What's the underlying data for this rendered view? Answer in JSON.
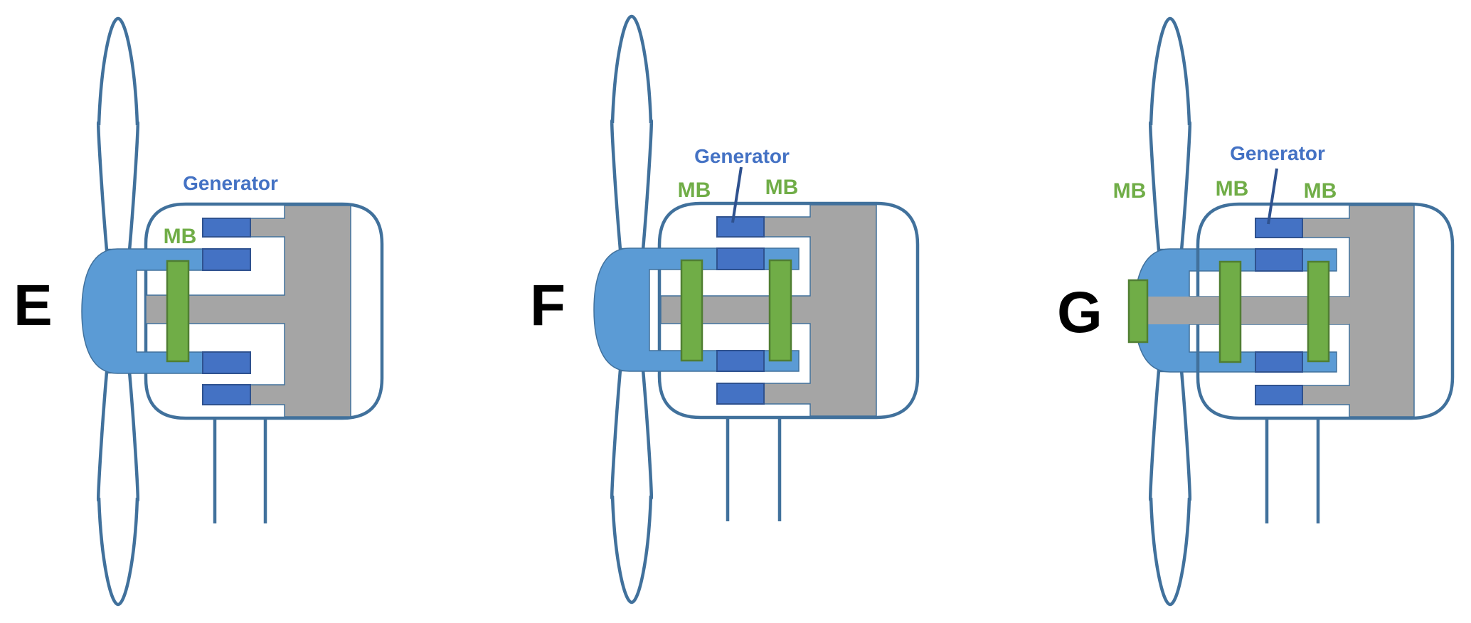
{
  "figure": {
    "description": "Wind turbine drivetrain configurations with generator and main bearings (MB)"
  },
  "colors": {
    "outline": "#41719c",
    "hub_fill": "#5b9bd5",
    "hub_stroke": "#41719c",
    "rotor_fill": "#4472c4",
    "rotor_stroke": "#2f528f",
    "bearing_fill": "#70ad47",
    "bearing_stroke": "#507e32",
    "frame_fill": "#a5a5a5",
    "frame_stroke": "#41719c",
    "generator_text": "#4472c4",
    "mb_text": "#70ad47",
    "leader": "#2f528f",
    "letter": "#000000"
  },
  "panels": [
    {
      "id": "E",
      "letter": "E",
      "generator_label": "Generator",
      "mb_labels": [
        "MB"
      ],
      "main_bearing_count": 1,
      "has_leader_line": false
    },
    {
      "id": "F",
      "letter": "F",
      "generator_label": "Generator",
      "mb_labels": [
        "MB",
        "MB"
      ],
      "main_bearing_count": 2,
      "has_leader_line": true
    },
    {
      "id": "G",
      "letter": "G",
      "generator_label": "Generator",
      "mb_labels": [
        "MB",
        "MB",
        "MB"
      ],
      "main_bearing_count": 3,
      "has_leader_line": true
    }
  ]
}
